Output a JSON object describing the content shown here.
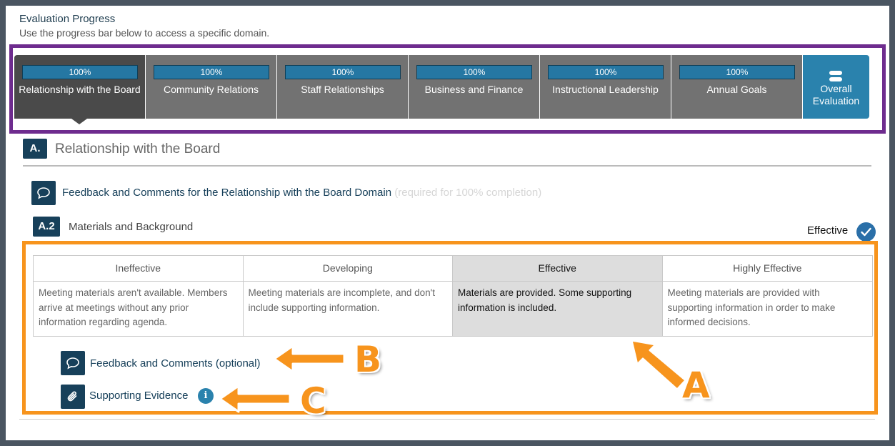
{
  "header": {
    "title": "Evaluation Progress",
    "subtitle": "Use the progress bar below to access a specific domain."
  },
  "progress_tabs": [
    {
      "progress": "100%",
      "label": "Relationship with the Board",
      "active": true
    },
    {
      "progress": "100%",
      "label": "Community Relations",
      "active": false
    },
    {
      "progress": "100%",
      "label": "Staff Relationships",
      "active": false
    },
    {
      "progress": "100%",
      "label": "Business and Finance",
      "active": false
    },
    {
      "progress": "100%",
      "label": "Instructional Leadership",
      "active": false
    },
    {
      "progress": "100%",
      "label": "Annual Goals",
      "active": false
    }
  ],
  "overall_tab": {
    "label": "Overall Evaluation",
    "icon": "toggle-list-icon"
  },
  "section": {
    "badge": "A.",
    "title": "Relationship with the Board",
    "feedback_link": "Feedback and Comments for the Relationship with the Board Domain",
    "feedback_note": "(required for 100% completion)"
  },
  "indicator": {
    "badge": "A.2",
    "title": "Materials and Background",
    "rating": "Effective",
    "rubric": [
      {
        "level": "Ineffective",
        "text": "Meeting materials aren't available. Members arrive at meetings without any prior information regarding agenda.",
        "selected": false
      },
      {
        "level": "Developing",
        "text": "Meeting materials are incomplete, and don't include supporting information.",
        "selected": false
      },
      {
        "level": "Effective",
        "text": "Materials are provided. Some supporting information is included.",
        "selected": true
      },
      {
        "level": "Highly Effective",
        "text": "Meeting materials are provided with supporting information in order to make informed decisions.",
        "selected": false
      }
    ],
    "feedback_optional": "Feedback and Comments (optional)",
    "supporting_evidence": "Supporting Evidence"
  },
  "annotations": {
    "a": "A",
    "b": "B",
    "c": "C"
  },
  "colors": {
    "purple_frame": "#6e2c8e",
    "orange_frame": "#f7941d",
    "navy": "#17405a",
    "progress_blue": "#2577a3",
    "overall_blue": "#2a82ad"
  }
}
